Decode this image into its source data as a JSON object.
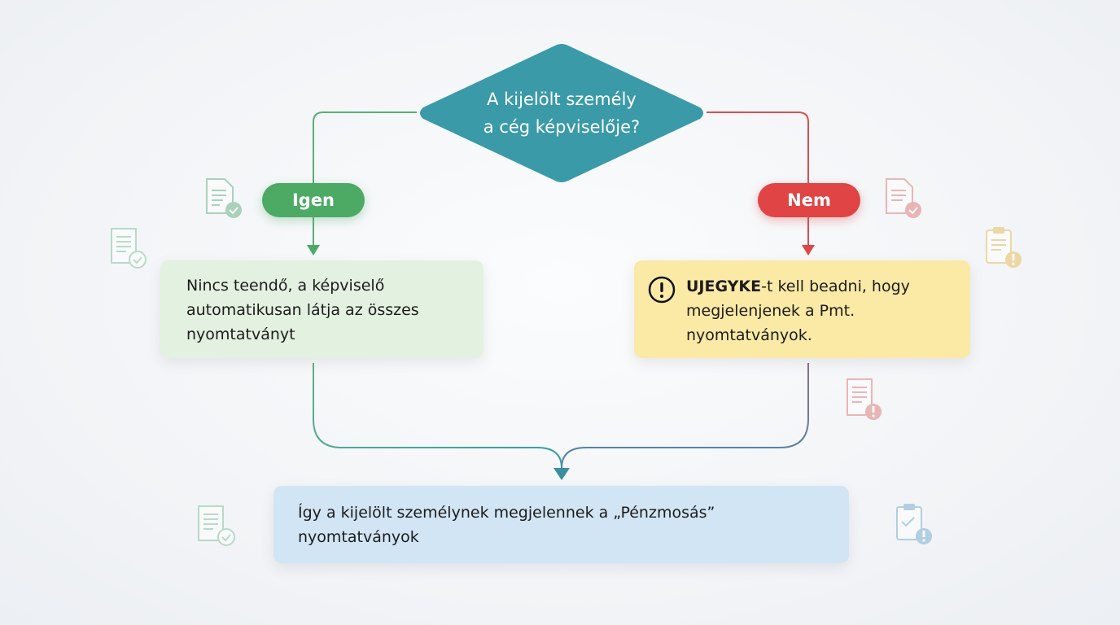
{
  "decision": {
    "question_line1": "A kijelölt személy",
    "question_line2": "a cég képviselője?"
  },
  "branches": {
    "yes": {
      "label": "Igen",
      "color": "#4caa64",
      "text_lines": [
        "Nincs teendő, a képviselő",
        "automatikusan látja az összes",
        "nyomtatványt"
      ]
    },
    "no": {
      "label": "Nem",
      "color": "#e04444",
      "bold": "UJEGYKE",
      "text_rest": "-t kell beadni, hogy",
      "text_lines": [
        "megjelenjenek a Pmt.",
        "nyomtatványok."
      ]
    }
  },
  "result": {
    "text_lines": [
      "Így a kijelölt személynek megjelennek a „Pénzmosás”",
      "nyomtatványok"
    ]
  },
  "colors": {
    "diamond": "#3a9aa8",
    "green_box": "#e3f1e0",
    "yellow_box": "#fbe9a6",
    "blue_box": "#d1e5f5"
  }
}
